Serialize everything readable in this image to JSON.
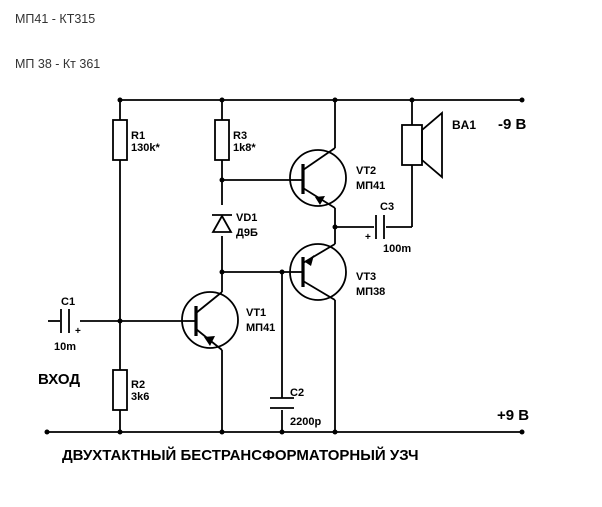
{
  "notes": {
    "line1": "МП41 - КТ315",
    "line2": "МП 38 - Кт 361"
  },
  "rails": {
    "top": "-9 В",
    "bottom": "+9 В"
  },
  "input_label": "ВХОД",
  "caption": "ДВУХТАКТНЫЙ БЕСТРАНСФОРМАТОРНЫЙ УЗЧ",
  "components": {
    "r1": {
      "ref": "R1",
      "value": "130k*"
    },
    "r2": {
      "ref": "R2",
      "value": "3k6"
    },
    "r3": {
      "ref": "R3",
      "value": "1k8*"
    },
    "c1": {
      "ref": "C1",
      "value": "10m",
      "plus": "+"
    },
    "c2": {
      "ref": "C2",
      "value": "2200p"
    },
    "c3": {
      "ref": "C3",
      "value": "100m",
      "plus": "+"
    },
    "vd1": {
      "ref": "VD1",
      "value": "Д9Б"
    },
    "vt1": {
      "ref": "VT1",
      "value": "МП41"
    },
    "vt2": {
      "ref": "VT2",
      "value": "МП41"
    },
    "vt3": {
      "ref": "VT3",
      "value": "МП38"
    },
    "ba1": {
      "ref": "BA1"
    }
  }
}
